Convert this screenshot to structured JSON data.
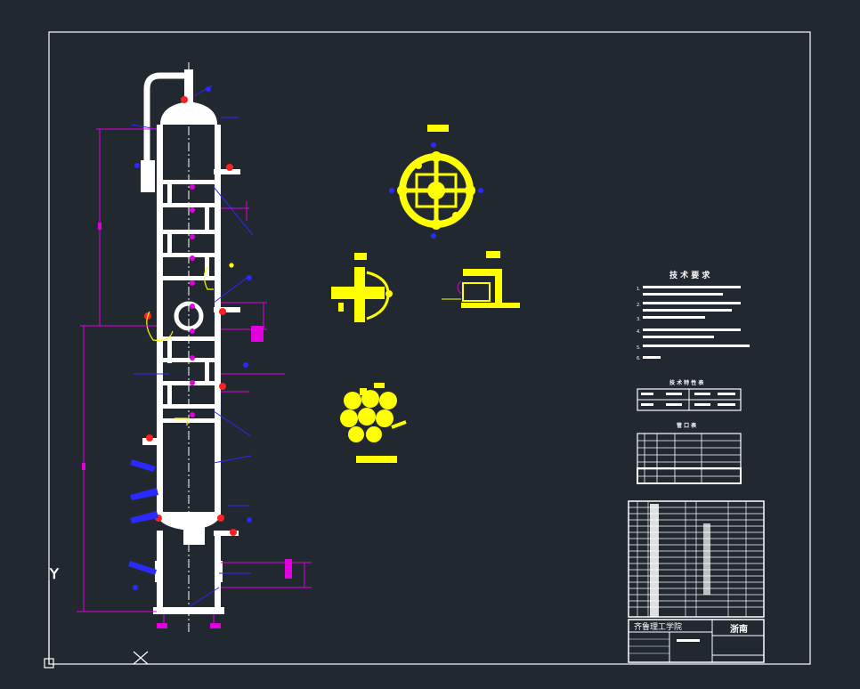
{
  "drawing": {
    "school_name": "齐鲁理工学院",
    "title_block_word": "浙南",
    "tech_requirements_title": "技 术 要 求",
    "tech_specs_title": "技 术 特 性 表",
    "nozzle_table_title": "管 口 表",
    "tech_items": [
      "1.",
      "2.",
      "3.",
      "4.",
      "5.",
      "6."
    ],
    "axis_y_label": "Y",
    "axis_x_label": "X"
  },
  "colors": {
    "background": "#212830",
    "frame": "#ffffff",
    "vessel": "#ffffff",
    "dimension": "#e000e0",
    "leader": "#2a2aff",
    "detail": "#ffff00",
    "nozzle_mark": "#ff2020"
  }
}
